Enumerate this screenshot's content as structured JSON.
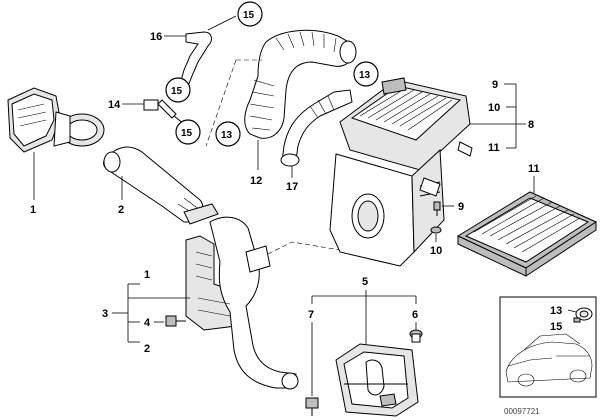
{
  "diagram": {
    "part_number": "00097721",
    "callouts": {
      "c1_intake": "1",
      "c2_hose": "2",
      "c1_bracket": "1",
      "c2_bracket": "2",
      "c3": "3",
      "c4": "4",
      "c5": "5",
      "c6": "6",
      "c7": "7",
      "c8": "8",
      "c9_top": "9",
      "c9_side": "9",
      "c10_top": "10",
      "c10_side": "10",
      "c11_top": "11",
      "c11_filter": "11",
      "c12": "12",
      "c13_left": "13",
      "c13_right": "13",
      "c13_inset": "13",
      "c14": "14",
      "c15_top": "15",
      "c15_mid": "15",
      "c15_low": "15",
      "c15_inset": "15",
      "c16": "16",
      "c17": "17"
    }
  }
}
